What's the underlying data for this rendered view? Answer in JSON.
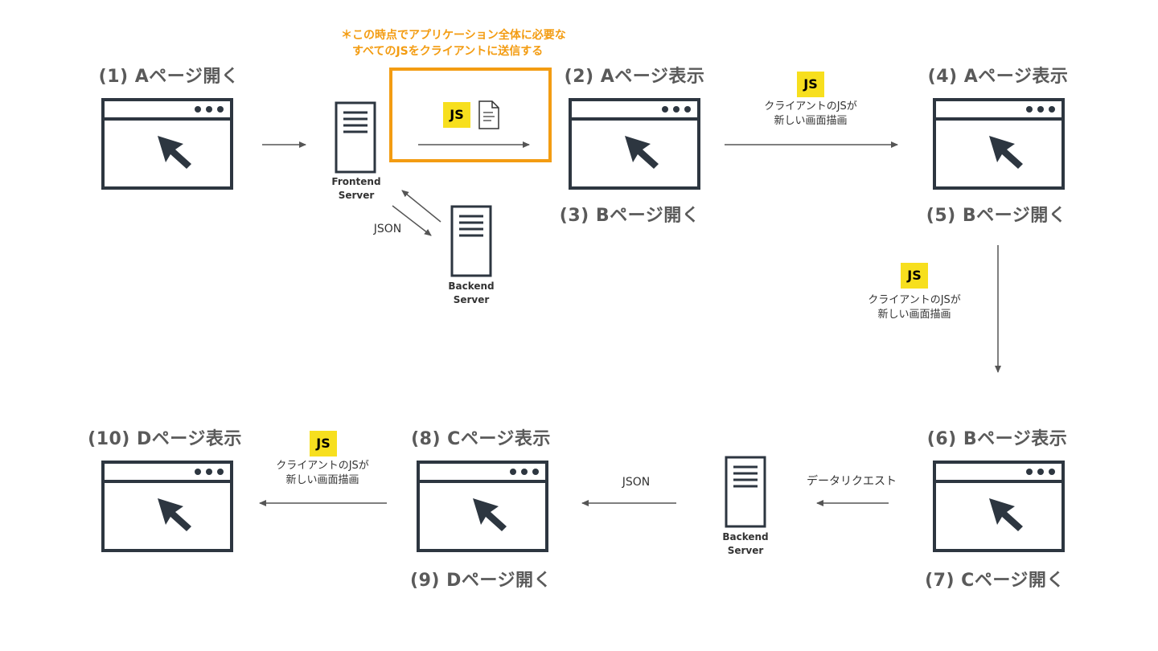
{
  "note": {
    "line1": "＊この時点でアプリケーション全体に必要な",
    "line2": "すべてのJSをクライアントに送信する"
  },
  "steps": {
    "s1": "(1) Aページ開く",
    "s2": "(2) Aページ表示",
    "s3": "(3) Bページ開く",
    "s4": "(4) Aページ表示",
    "s5": "(5) Bページ開く",
    "s6": "(6) Bページ表示",
    "s7": "(7) Cページ開く",
    "s8": "(8) Cページ表示",
    "s9": "(9) Dページ開く",
    "s10": "(10) Dページ表示"
  },
  "js_badge": "JS",
  "client_render": {
    "line1": "クライアントのJSが",
    "line2": "新しい画面描画"
  },
  "servers": {
    "frontend": {
      "line1": "Frontend",
      "line2": "Server"
    },
    "backend": {
      "line1": "Backend",
      "line2": "Server"
    }
  },
  "labels": {
    "json": "JSON",
    "data_request": "データリクエスト"
  },
  "colors": {
    "dark": "#2d3640",
    "gray_text": "#5a5a5a",
    "accent_orange": "#f39c12",
    "js_yellow": "#f7df1e",
    "arrow": "#555555"
  },
  "icons": {
    "browser": "browser-window-icon",
    "cursor": "cursor-arrow-icon",
    "server": "server-icon",
    "file": "document-icon"
  }
}
